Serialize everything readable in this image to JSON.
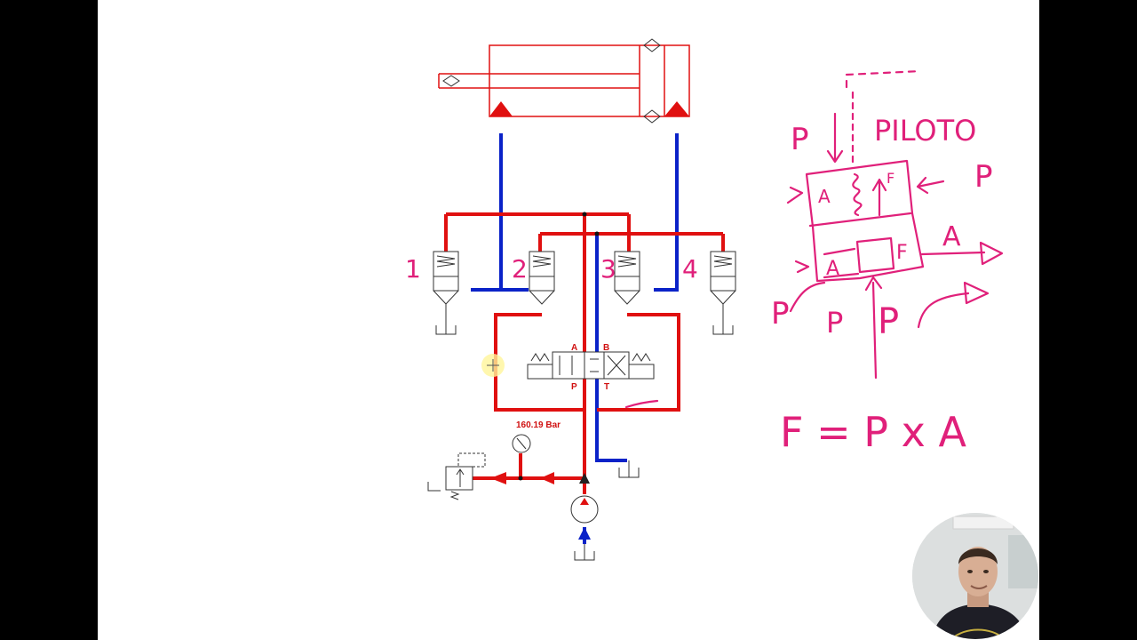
{
  "pressure_readout": "160.19 Bar",
  "valve_ports": {
    "a": "A",
    "b": "B",
    "p": "P",
    "t": "T"
  },
  "valve_numbers": [
    "1",
    "2",
    "3",
    "4"
  ],
  "handwritten": {
    "p_top": "P",
    "piloto": "PILOTO",
    "p_right": "P",
    "a_upper": "A",
    "f_upper": "F",
    "a_lower": "A",
    "f_lower": "F",
    "a_out": "A",
    "p_left": "P",
    "p_bottom1": "P",
    "p_bottom2": "P",
    "formula": "F = P x A"
  },
  "colors": {
    "pressure_line": "#e01010",
    "tank_line": "#0a22c8",
    "annotation": "#e0207a"
  }
}
